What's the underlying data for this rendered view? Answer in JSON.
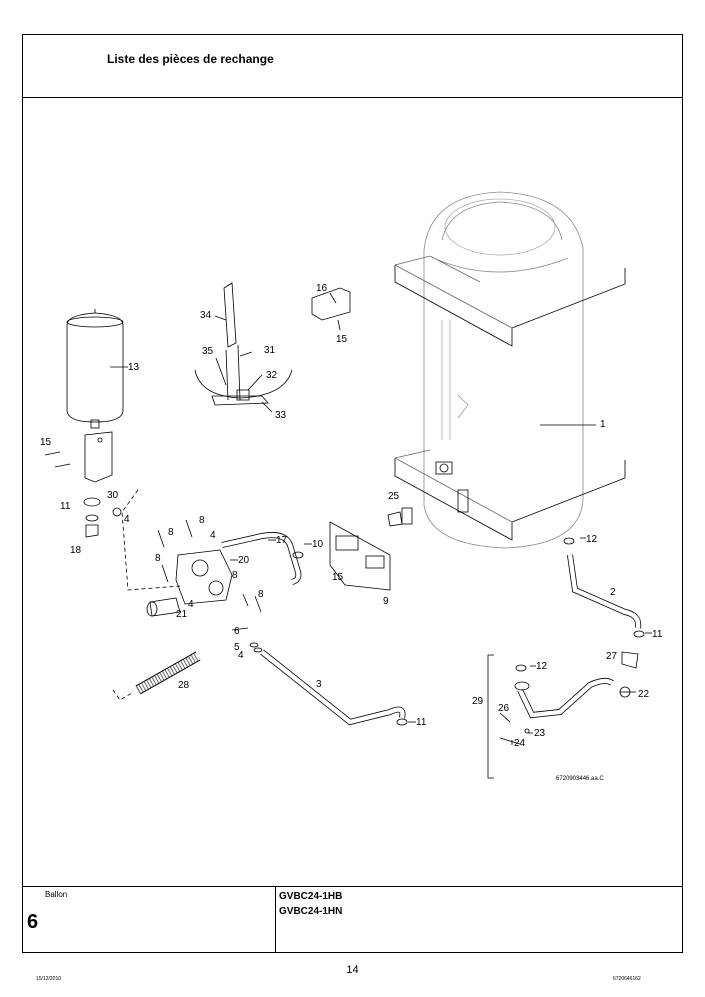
{
  "header": {
    "title": "Liste des pièces de rechange"
  },
  "footer": {
    "section_label": "Ballon",
    "section_number": "6",
    "models": [
      "GVBC24-1HB",
      "GVBC24-1HN"
    ]
  },
  "page_number": "14",
  "footer_left_code": "15/12/2010",
  "footer_right_code": "6720646162",
  "drawing": {
    "reference": "6720903446.aa.C",
    "callouts": {
      "c1": "1",
      "c2": "2",
      "c3": "3",
      "c4a": "4",
      "c4b": "4",
      "c4c": "4",
      "c4d": "4",
      "c5": "5",
      "c6": "6",
      "c8a": "8",
      "c8b": "8",
      "c8c": "8",
      "c8d": "8",
      "c9": "9",
      "c10": "10",
      "c11a": "11",
      "c11b": "11",
      "c11c": "11",
      "c12a": "12",
      "c12b": "12",
      "c13": "13",
      "c15a": "15",
      "c15b": "15",
      "c15c": "15",
      "c16": "16",
      "c17": "17",
      "c18": "18",
      "c20": "20",
      "c21": "21",
      "c22": "22",
      "c23": "23",
      "c24": "24",
      "c25": "25",
      "c26": "26",
      "c27": "27",
      "c28": "28",
      "c29": "29",
      "c30": "30",
      "c31": "31",
      "c32": "32",
      "c33": "33",
      "c34": "34",
      "c35": "35"
    }
  }
}
